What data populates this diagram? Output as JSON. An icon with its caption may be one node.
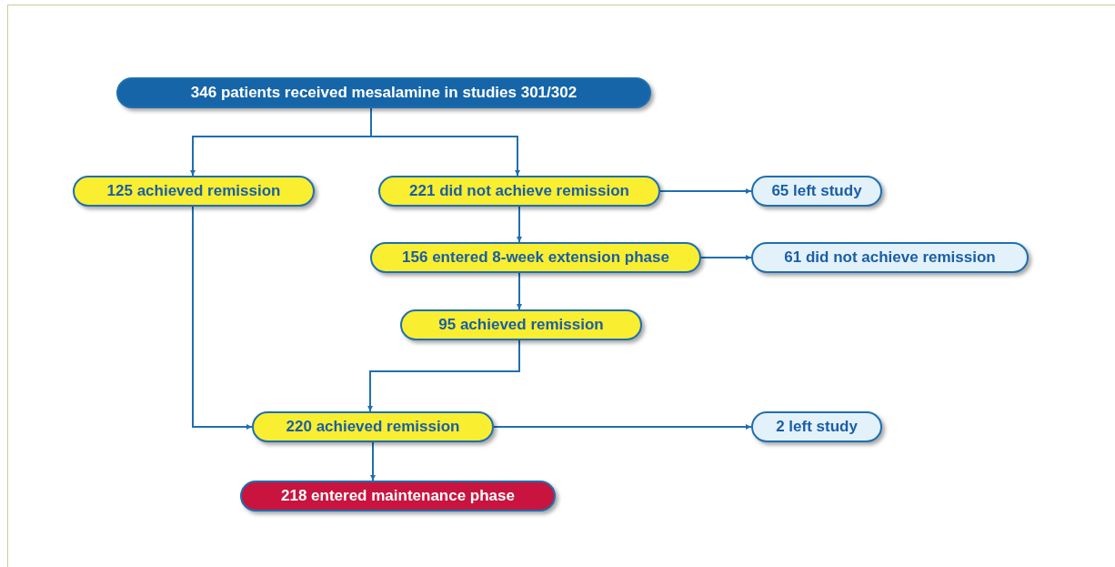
{
  "diagram": {
    "nodes": [
      {
        "text": [
          "346 patients received mesalamine in studies 301/302"
        ]
      },
      {
        "text": [
          "125 achieved remission"
        ]
      },
      {
        "text": [
          "221 did not achieve remission"
        ]
      },
      {
        "text": [
          "65 left study"
        ]
      },
      {
        "text": [
          "156 entered 8-week extension phase"
        ]
      },
      {
        "text": [
          "61 did not achieve remission"
        ]
      },
      {
        "text": [
          "95 achieved remission"
        ]
      },
      {
        "text": [
          "220 achieved remission"
        ]
      },
      {
        "text": [
          "2 left study"
        ]
      },
      {
        "text": [
          "218 entered maintenance phase"
        ]
      }
    ],
    "edges": [
      {
        "from": 0,
        "to": 1,
        "arrow": "to"
      },
      {
        "from": 0,
        "to": 2,
        "arrow": "to"
      },
      {
        "from": 2,
        "to": 3,
        "arrow": "to"
      },
      {
        "from": 2,
        "to": 4,
        "arrow": "to"
      },
      {
        "from": 4,
        "to": 5,
        "arrow": "to"
      },
      {
        "from": 4,
        "to": 6,
        "arrow": "to"
      },
      {
        "from": 6,
        "to": 7,
        "arrow": "to"
      },
      {
        "from": 1,
        "to": 7,
        "arrow": "to"
      },
      {
        "from": 7,
        "to": 8,
        "arrow": "to"
      },
      {
        "from": 7,
        "to": 9,
        "arrow": "to"
      }
    ]
  }
}
